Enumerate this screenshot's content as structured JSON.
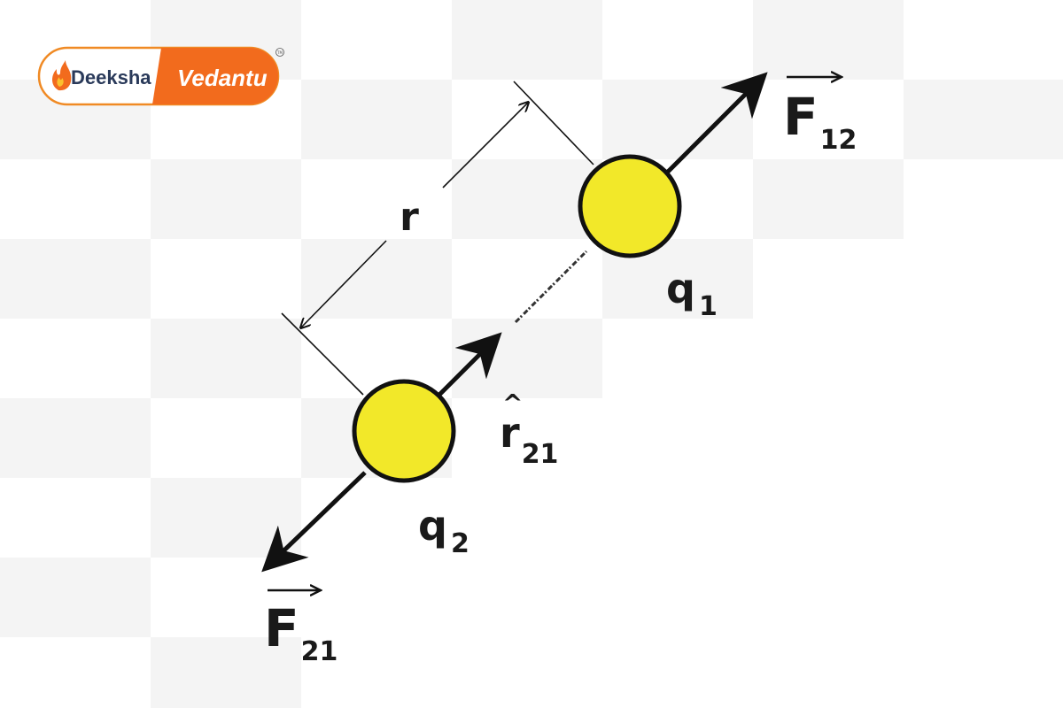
{
  "logo": {
    "left_text": "Deeksha",
    "right_text": "Vedantu",
    "trademark": "TM",
    "colors": {
      "border": "#f08a24",
      "orange": "#f26b1d",
      "dark_text": "#2a3a5a",
      "white": "#ffffff"
    }
  },
  "diagram": {
    "charge_1_label": "q",
    "charge_1_subscript": "1",
    "charge_2_label": "q",
    "charge_2_subscript": "2",
    "distance_label": "r",
    "unit_vector_label": "r",
    "unit_vector_hat": "^",
    "unit_vector_subscript": "21",
    "force_12_label": "F",
    "force_12_subscript": "12",
    "force_21_label": "F",
    "force_21_subscript": "21",
    "colors": {
      "charge_fill": "#f2e829",
      "stroke": "#111111"
    }
  }
}
